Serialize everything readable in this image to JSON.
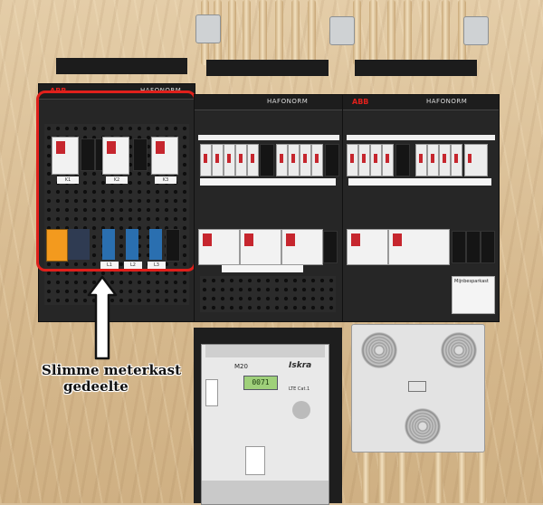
{
  "panels": {
    "left": {
      "logo": "ABB",
      "brand": "HAFONORM",
      "top_labels": [
        "K1",
        "K2",
        "K3"
      ],
      "bottom_labels": [
        "L1",
        "L2",
        "L3"
      ]
    },
    "middle": {
      "brand": "HAFONORM"
    },
    "right": {
      "logo": "ABB",
      "brand": "HAFONORM",
      "sticker_title": "Mijnbesparkast"
    }
  },
  "meter": {
    "brand": "Iskra",
    "model": "M20",
    "display": "0071",
    "sub": "LTE Cat.1"
  },
  "annotation": {
    "line1": "Slimme meterkast",
    "line2": "gedeelte",
    "highlight_color": "#e0201b"
  }
}
